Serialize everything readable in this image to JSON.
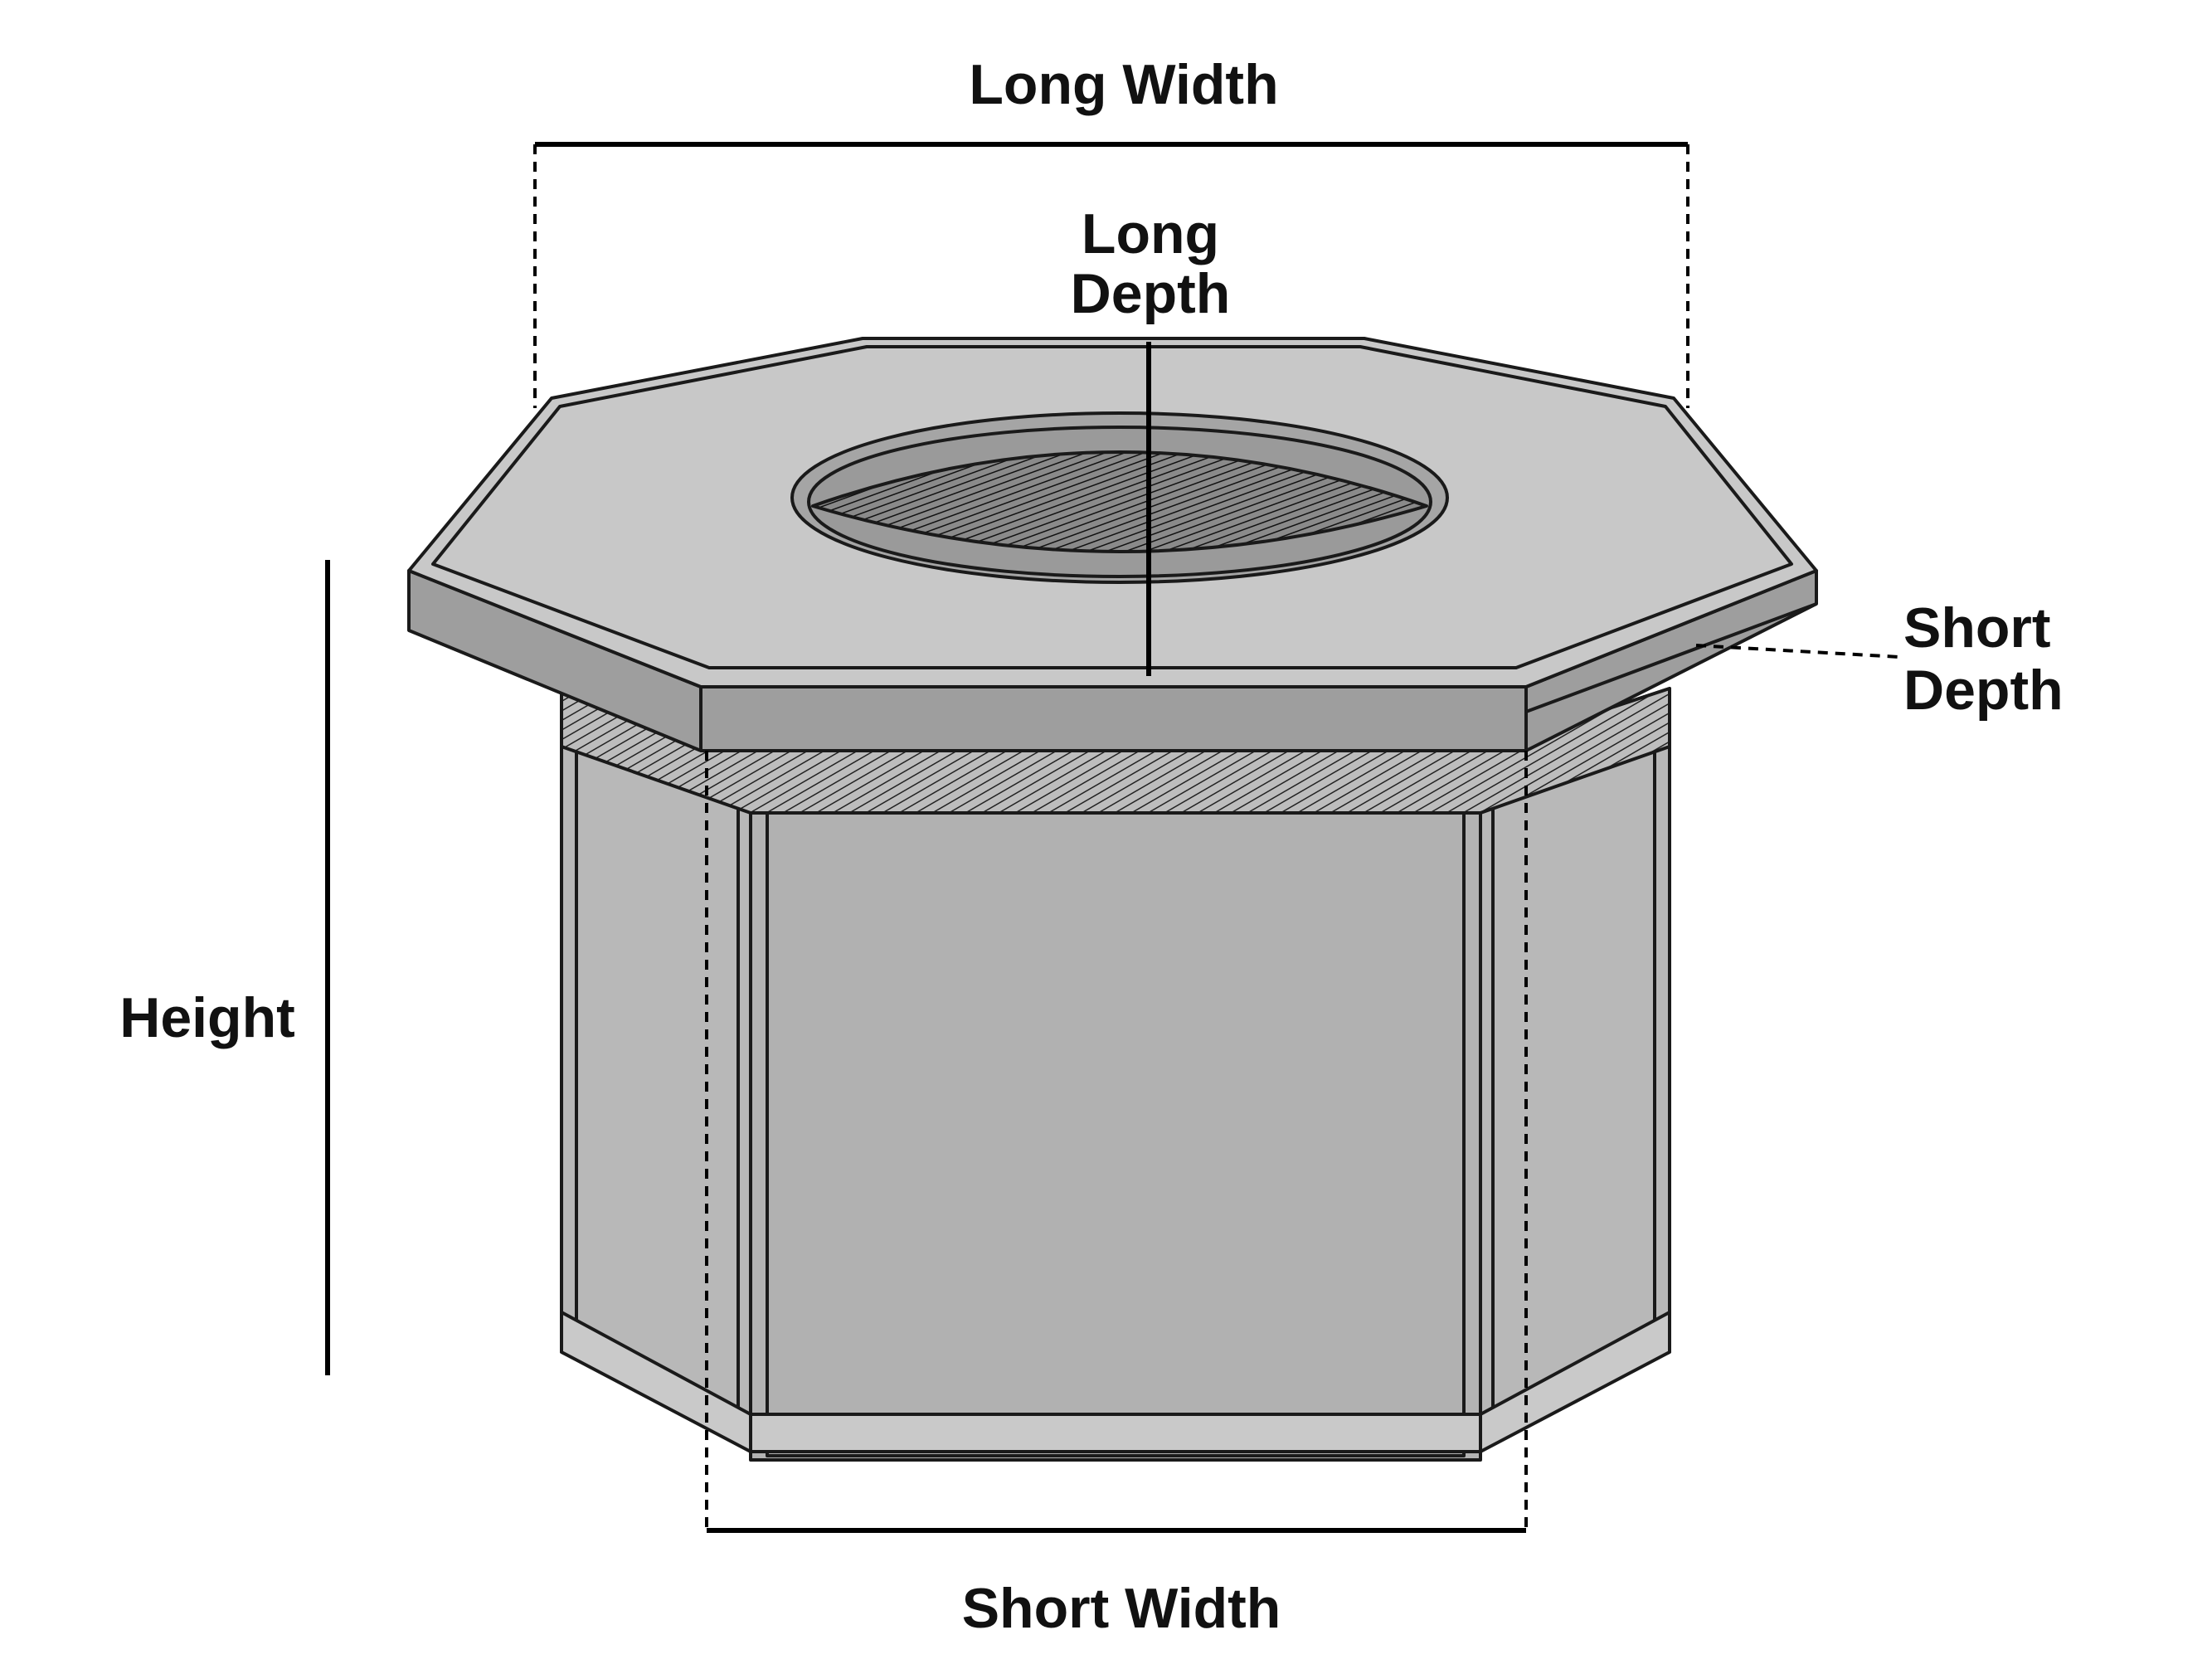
{
  "diagram": {
    "labels": {
      "long_width": "Long Width",
      "long_depth_line1": "Long",
      "long_depth_line2": "Depth",
      "short_depth_line1": "Short",
      "short_depth_line2": "Depth",
      "height": "Height",
      "short_width": "Short Width"
    },
    "colors": {
      "top_surface": "#c8c8c8",
      "top_edge": "#9e9e9e",
      "side_panel": "#b3b3b3",
      "base_trim": "#c9c9c9",
      "burner": "#6e6e6e",
      "line": "#1a1a1a"
    }
  }
}
